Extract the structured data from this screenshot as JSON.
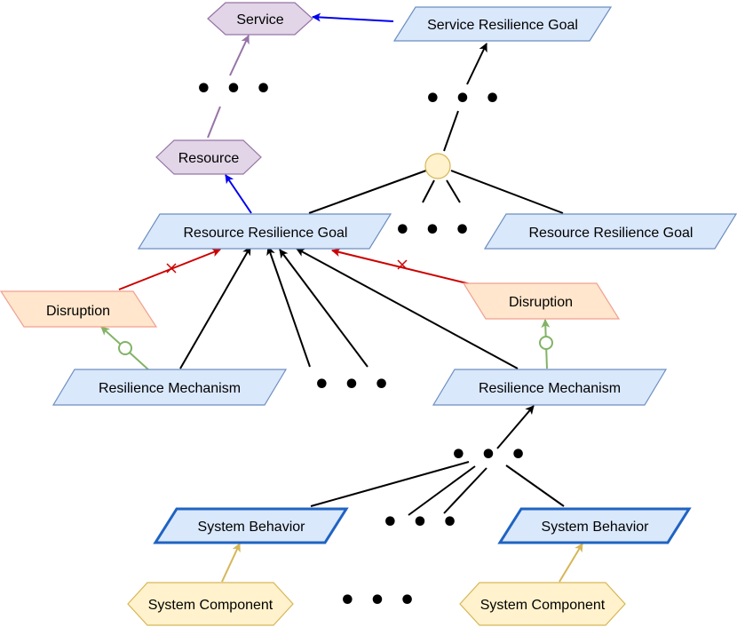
{
  "nodes": {
    "service": "Service",
    "service_goal": "Service Resilience Goal",
    "resource": "Resource",
    "resource_goal_main": "Resource Resilience Goal",
    "resource_goal_right": "Resource Resilience Goal",
    "disruption_left": "Disruption",
    "disruption_right": "Disruption",
    "mechanism_left": "Resilience Mechanism",
    "mechanism_right": "Resilience Mechanism",
    "behavior_left": "System Behavior",
    "behavior_right": "System Behavior",
    "component_left": "System Component",
    "component_right": "System Component"
  },
  "ellipsis": "• • •",
  "colors": {
    "purple_fill": "#e1d5e7",
    "purple_stroke": "#9673a6",
    "blue_fill": "#dae8fc",
    "blue_stroke": "#6c8ebf",
    "blue_strong": "#1f63c2",
    "orange_fill": "#ffe6cc",
    "orange_stroke": "#f0a090",
    "yellow_fill": "#fff2cc",
    "yellow_stroke": "#d6b656",
    "red": "#cc0000",
    "green": "#82b366",
    "arrow_blue": "#0000ee",
    "and_fill": "#fff2cc"
  }
}
